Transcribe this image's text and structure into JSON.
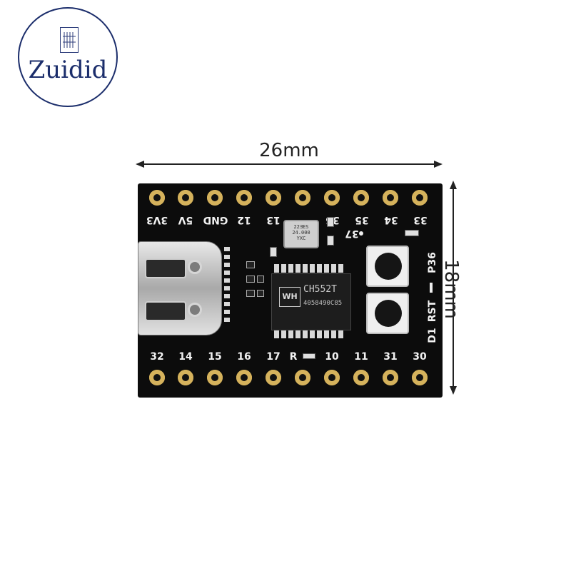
{
  "brand": {
    "logo_text": "Zuidid"
  },
  "dimensions": {
    "width": "26mm",
    "height": "18mm"
  },
  "board": {
    "top_pins": [
      "3V3",
      "5V",
      "GND",
      "12",
      "13",
      "36",
      "35",
      "34",
      "33"
    ],
    "bottom_pins": [
      "32",
      "14",
      "15",
      "16",
      "17",
      "R",
      "10",
      "11",
      "31",
      "30"
    ],
    "pin_37_label": "37",
    "side_labels": {
      "p36": "P36",
      "rst": "RST",
      "d1": "D1"
    },
    "chip": {
      "brand_mark": "WH",
      "model": "CH552T",
      "batch": "4058490C85"
    },
    "crystal": {
      "line1": "22ƎES",
      "line2": "24.000",
      "line3": "YXC"
    }
  },
  "colors": {
    "board": "#0c0c0c",
    "pad_gold": "#c9a34a",
    "logo_blue": "#1b2d6b"
  }
}
